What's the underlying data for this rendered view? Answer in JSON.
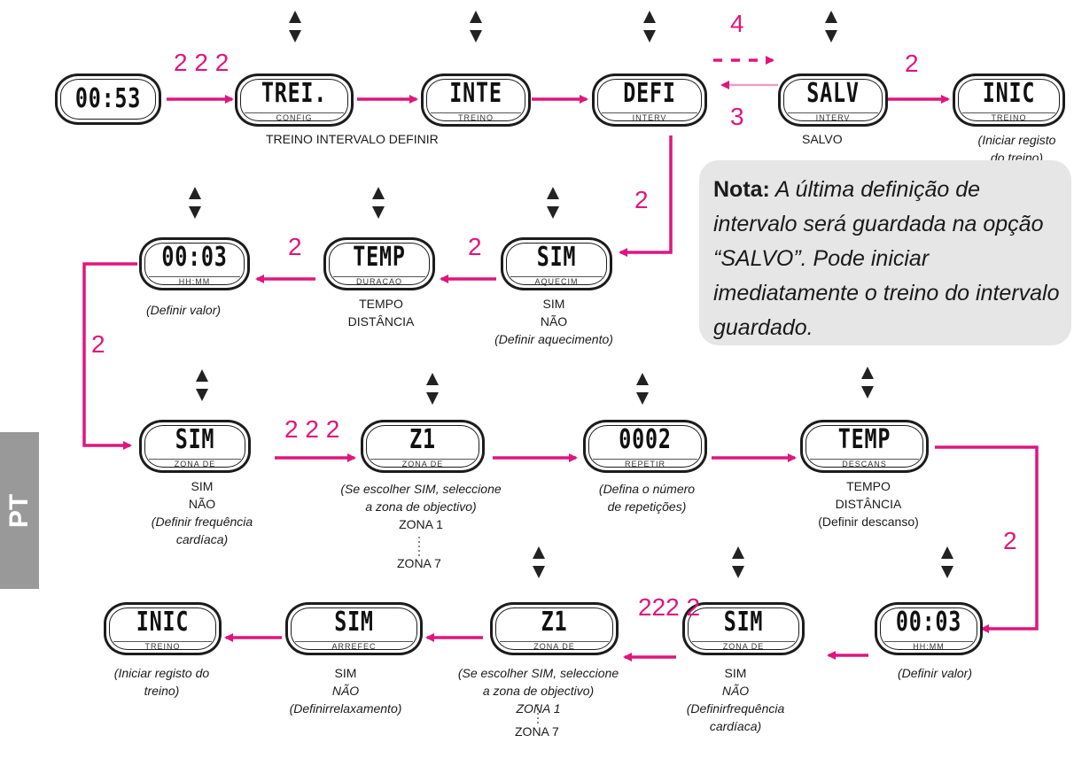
{
  "displays": [
    {
      "main": "00:53",
      "sub": ""
    },
    {
      "main": "TREI.",
      "sub": "CONFIG"
    },
    {
      "main": "INTE",
      "sub": "TREINO"
    },
    {
      "main": "DEFI",
      "sub": "INTERV"
    },
    {
      "main": "SALV",
      "sub": "INTERV"
    },
    {
      "main": "INIC",
      "sub": "TREINO"
    },
    {
      "main": "00:03",
      "sub": "HH:MM"
    },
    {
      "main": "TEMP",
      "sub": "DURACAO"
    },
    {
      "main": "SIM",
      "sub": "AQUECIM"
    },
    {
      "main": "SIM",
      "sub": "ZONA DE"
    },
    {
      "main": "Z1",
      "sub": "ZONA DE"
    },
    {
      "main": "0002",
      "sub": "REPETIR"
    },
    {
      "main": "TEMP",
      "sub": "DESCANS"
    },
    {
      "main": "00:03",
      "sub": "HH:MM"
    },
    {
      "main": "SIM",
      "sub": "ZONA DE"
    },
    {
      "main": "Z1",
      "sub": "ZONA DE"
    },
    {
      "main": "SIM",
      "sub": "ARREFEC"
    },
    {
      "main": "INIC",
      "sub": "TREINO"
    }
  ],
  "labels": {
    "treino_intervalo": "TREINO INTERVALO DEFINIR",
    "salvo": "SALVO",
    "iniciar_registo_1": "(Iniciar registo",
    "iniciar_registo_2": "do treino)",
    "definir_valor": "(Definir valor)",
    "tempo": "TEMPO",
    "distancia": "DISTÂNCIA",
    "sim": "SIM",
    "nao": "NÃO",
    "definir_aquecimento": "(Definir aquecimento)",
    "definir_fc_1": "(Definir frequência",
    "definir_fc_2": "cardíaca)",
    "se_escolher_1": "(Se escolher SIM, seleccione",
    "se_escolher_2": "a zona de objectivo)",
    "zona1": "ZONA 1",
    "zona7": "ZONA 7",
    "defina_rep_1": "(Defina o número",
    "defina_rep_2": "de repetições)",
    "definir_descanso": "(Definir descanso)",
    "definir_valor_2": "(Definir valor)",
    "definirfc_1": "(Definirfrequência",
    "definirfc_2": "cardíaca)",
    "definir_relax": "(Definirrelaxamento)",
    "iniciar_reg_b_1": "(Iniciar registo do",
    "iniciar_reg_b_2": "treino)"
  },
  "numbers": {
    "n222_top": "2 2 2",
    "n4": "4",
    "n3": "3",
    "n2_salvo": "2",
    "n2_down": "2",
    "n2_sim": "2",
    "n2_tempo": "2",
    "n2_left": "2",
    "n222_mid": "2 2 2",
    "n2_right": "2",
    "n2222_bottom": "222 2"
  },
  "note": {
    "bold": "Nota:",
    "text": " A última definição de intervalo será guardada na opção “SALVO”. Pode iniciar imediatamente o treino do intervalo guardado."
  },
  "side_tab": "PT",
  "colors": {
    "accent": "#e0157d",
    "note_bg": "#e6e6e6",
    "tab_bg": "#999999"
  }
}
